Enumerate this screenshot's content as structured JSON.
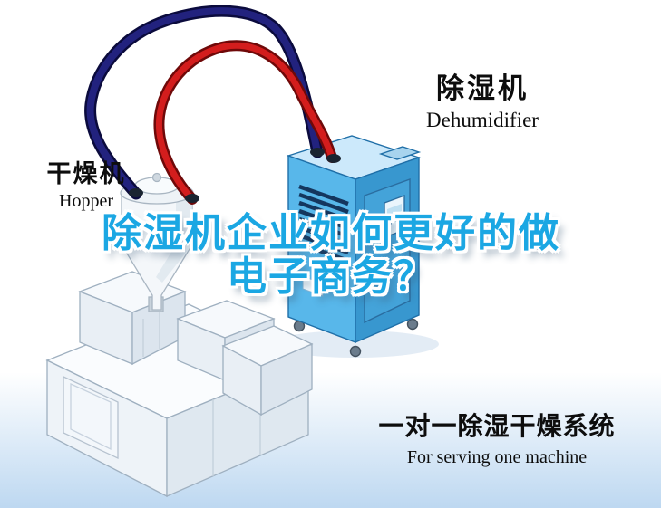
{
  "headline": {
    "line1": "除湿机企业如何更好的做",
    "line2": "电子商务？"
  },
  "labels": {
    "dehumidifier": {
      "cn": "除湿机",
      "en": "Dehumidifier"
    },
    "hopper": {
      "cn": "干燥机",
      "en": "Hopper"
    },
    "system": {
      "cn": "一对一除湿干燥系统",
      "en": "For serving one machine"
    }
  },
  "colors": {
    "title_blue": "#1ba7e3",
    "pipe_red": "#d31d1d",
    "pipe_navy": "#22227e",
    "machine_blue": "#58b7ea",
    "machine_blue_dark": "#3897cf",
    "machine_blue_top": "#cce9fb",
    "floor_blue": "#cfe3f5"
  }
}
